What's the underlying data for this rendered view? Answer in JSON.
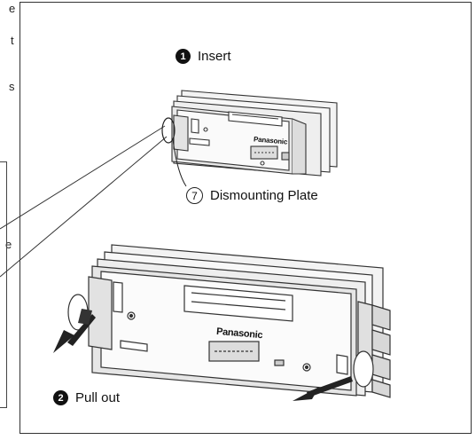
{
  "left_edge_fragments": [
    "e",
    "t",
    "s",
    "e"
  ],
  "steps": {
    "insert": {
      "number": "1",
      "label": "Insert"
    },
    "pull_out": {
      "number": "2",
      "label": "Pull out"
    }
  },
  "callout": {
    "number": "7",
    "label": "Dismounting Plate"
  },
  "brand": {
    "small": "Panasonic",
    "large": "Panasonic"
  }
}
